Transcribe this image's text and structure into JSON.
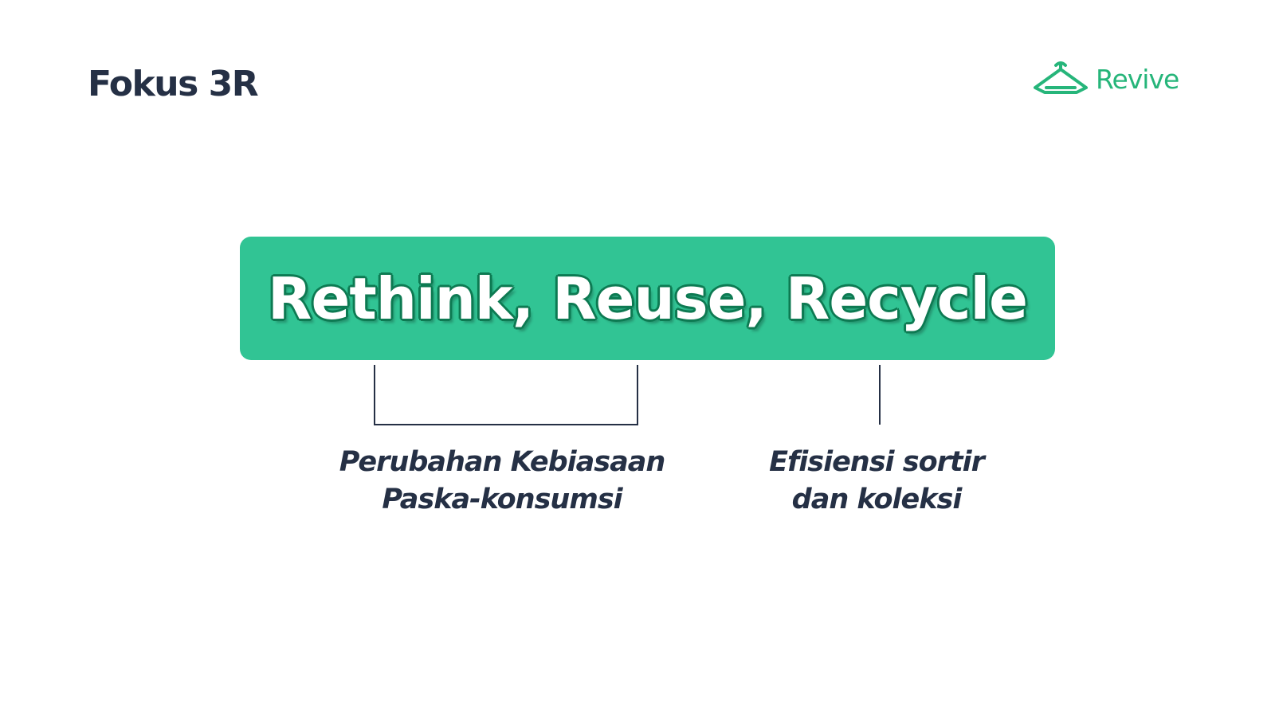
{
  "header": {
    "title": "Fokus 3R"
  },
  "logo": {
    "icon": "hanger-icon",
    "text": "Revive",
    "color": "#26b57a"
  },
  "headline": {
    "text": "Rethink, Reuse, Recycle",
    "box_color": "#31c494"
  },
  "annotations": [
    {
      "lines": [
        "Perubahan Kebiasaan",
        "Paska-konsumsi"
      ]
    },
    {
      "lines": [
        "Efisiensi sortir",
        "dan koleksi"
      ]
    }
  ],
  "colors": {
    "text_dark": "#253045",
    "accent_green": "#31c494",
    "logo_green": "#26b57a"
  }
}
